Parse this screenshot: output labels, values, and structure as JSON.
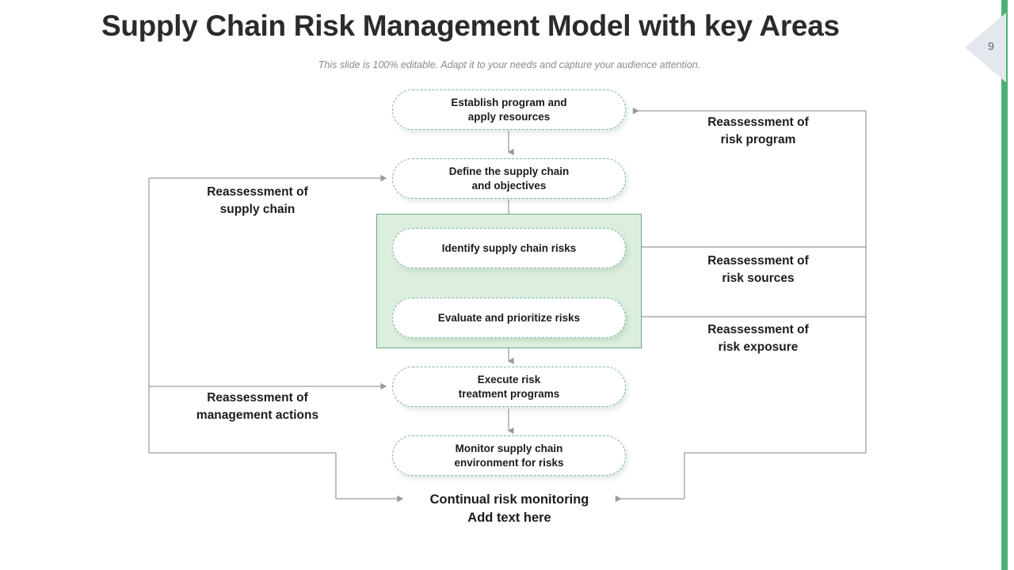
{
  "slide": {
    "title": "Supply Chain Risk Management Model with key Areas",
    "subtitle": "This slide is 100% editable.  Adapt it to your needs and capture your audience attention.",
    "page_number": "9",
    "accent_color": "#4caf72",
    "node_border_color": "#7cb79a",
    "group_fill_color": "#dcefdf",
    "group_border_color": "#6aa87f",
    "connector_color": "#9a9a9a"
  },
  "flow": {
    "nodes": [
      {
        "id": "establish",
        "line1": "Establish program and",
        "line2": "apply resources"
      },
      {
        "id": "define",
        "line1": "Define the supply chain",
        "line2": "and objectives"
      },
      {
        "id": "identify",
        "line1": "Identify supply chain risks",
        "line2": ""
      },
      {
        "id": "evaluate",
        "line1": "Evaluate and prioritize risks",
        "line2": ""
      },
      {
        "id": "execute",
        "line1": "Execute risk",
        "line2": "treatment programs"
      },
      {
        "id": "monitor",
        "line1": "Monitor supply chain",
        "line2": "environment for risks"
      }
    ],
    "tail": {
      "line1": "Continual risk monitoring",
      "line2": "Add text here"
    }
  },
  "annotations": {
    "left": [
      {
        "id": "supply-chain",
        "line1": "Reassessment of",
        "line2": "supply chain"
      },
      {
        "id": "management-actions",
        "line1": "Reassessment of",
        "line2": "management actions"
      }
    ],
    "right": [
      {
        "id": "risk-program",
        "line1": "Reassessment of",
        "line2": "risk program"
      },
      {
        "id": "risk-sources",
        "line1": "Reassessment of",
        "line2": "risk sources"
      },
      {
        "id": "risk-exposure",
        "line1": "Reassessment of",
        "line2": "risk exposure"
      }
    ]
  }
}
